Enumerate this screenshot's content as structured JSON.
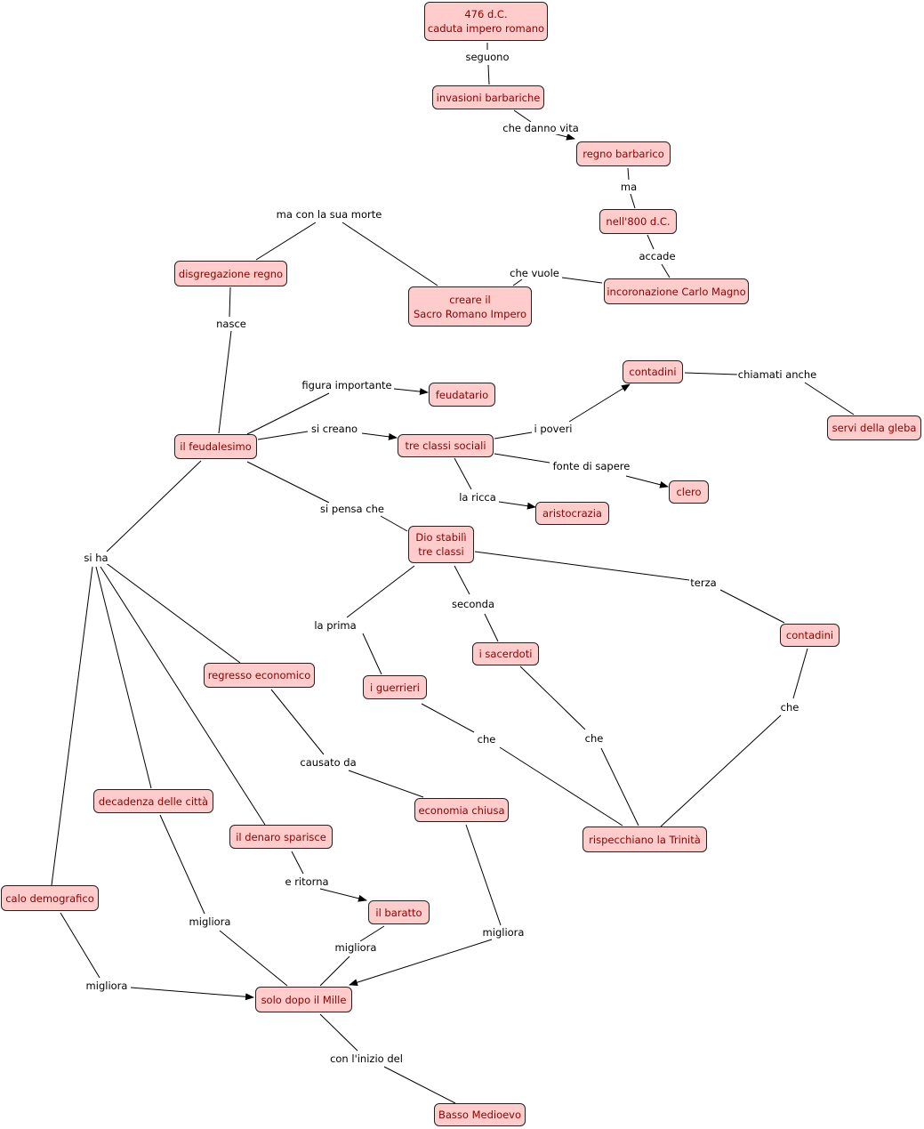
{
  "colors": {
    "node_fill": "#ffcccc",
    "node_text": "#8b0000",
    "line": "#000000"
  },
  "nodes": {
    "caduta": "476 d.C.\ncaduta impero romano",
    "invasioni": "invasioni barbariche",
    "regno_barbarico": "regno barbarico",
    "nell800": "nell'800 d.C.",
    "incoronazione": "incoronazione Carlo Magno",
    "sacro_romano": "creare il\nSacro Romano Impero",
    "disgregazione": "disgregazione regno",
    "feudalesimo": "il feudalesimo",
    "feudatario": "feudatario",
    "tre_classi": "tre classi sociali",
    "contadini_top": "contadini",
    "servi": "servi della gleba",
    "clero": "clero",
    "aristocrazia": "aristocrazia",
    "dio": "Dio stabilì\ntre classi",
    "regresso": "regresso economico",
    "guerrieri": "i guerrieri",
    "sacerdoti": "i sacerdoti",
    "contadini_right": "contadini",
    "decadenza": "decadenza delle città",
    "economia": "economia chiusa",
    "denaro": "il denaro sparisce",
    "trinita": "rispecchiano la Trinità",
    "calo": "calo demografico",
    "baratto": "il baratto",
    "mille": "solo dopo il Mille",
    "basso": "Basso Medioevo"
  },
  "links": {
    "seguono": "seguono",
    "che_danno_vita": "che danno vita",
    "ma": "ma",
    "accade": "accade",
    "che_vuole": "che vuole",
    "morte": "ma con la sua morte",
    "nasce": "nasce",
    "figura": "figura importante",
    "si_creano": "si creano",
    "poveri": "i poveri",
    "chiamati": "chiamati anche",
    "fonte": "fonte di sapere",
    "ricca": "la ricca",
    "si_pensa": "si pensa che",
    "si_ha": "si ha",
    "prima": "la prima",
    "seconda": "seconda",
    "terza": "terza",
    "che1": "che",
    "che2": "che",
    "che3": "che",
    "causato": "causato da",
    "ritorna": "e ritorna",
    "migliora1": "migliora",
    "migliora2": "migliora",
    "migliora3": "migliora",
    "migliora4": "migliora",
    "inizio": "con l'inizio del"
  }
}
